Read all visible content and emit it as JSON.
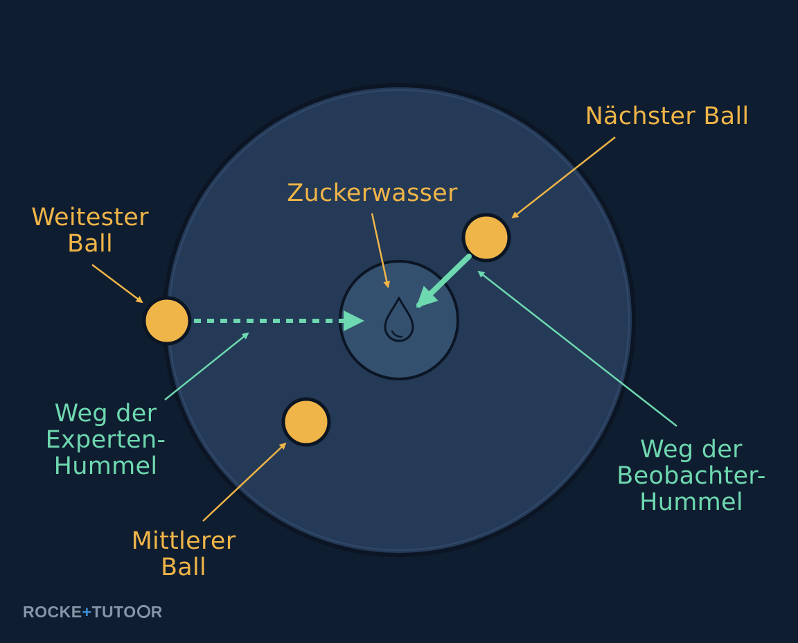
{
  "colors": {
    "background": "#0f1d30",
    "arena_fill": "#243a57",
    "arena_stroke": "#0b1524",
    "center_fill": "#34506f",
    "ball": "#f0b548",
    "label_orange": "#f0b548",
    "path_teal": "#6ed8b0",
    "logo": "#8795a8"
  },
  "labels": {
    "sugar_water": "Zuckerwasser",
    "nearest_ball": "Nächster Ball",
    "farthest_ball": "Weitester\nBall",
    "middle_ball": "Mittlerer\nBall",
    "expert_path": "Weg der\nExperten-\nHummel",
    "observer_path": "Weg der\nBeobachter-\nHummel"
  },
  "icons": {
    "center": "water-drop-icon"
  },
  "logo": {
    "left": "ROCKE",
    "right": "TUTO",
    "plus_icon": "plus-icon",
    "target_icon": "target-ring-icon"
  }
}
